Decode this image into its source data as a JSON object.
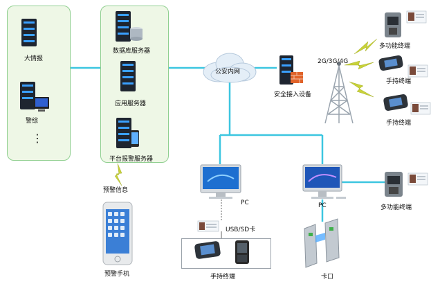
{
  "left_group": {
    "items": [
      {
        "label": "大情报"
      },
      {
        "label": "警综"
      }
    ],
    "ellipsis": "⋮"
  },
  "server_group": {
    "items": [
      {
        "label": "数据库服务器"
      },
      {
        "label": "应用服务器"
      },
      {
        "label": "平台报警服务器"
      }
    ]
  },
  "network": {
    "cloud_label": "公安内网",
    "gateway_label": "安全接入设备",
    "wireless_label": "2G/3G/4G"
  },
  "wireless_terminals": [
    {
      "label": "多功能终端"
    },
    {
      "label": "手持终端"
    },
    {
      "label": "手持终端"
    }
  ],
  "alert": {
    "link_label": "预警信息",
    "phone_label": "预警手机"
  },
  "pc_left": {
    "label": "PC",
    "link_label": "USB/SD卡",
    "devices_label": "手持终端"
  },
  "pc_right": {
    "label": "PC",
    "terminal_label": "多功能终端",
    "gate_label": "卡口"
  },
  "colors": {
    "link": "#3cc6e0",
    "panel_border": "#8fcf8f",
    "panel_fill": "#eef7e6",
    "server": "#1e2530",
    "lightning": "#c8d23a"
  }
}
